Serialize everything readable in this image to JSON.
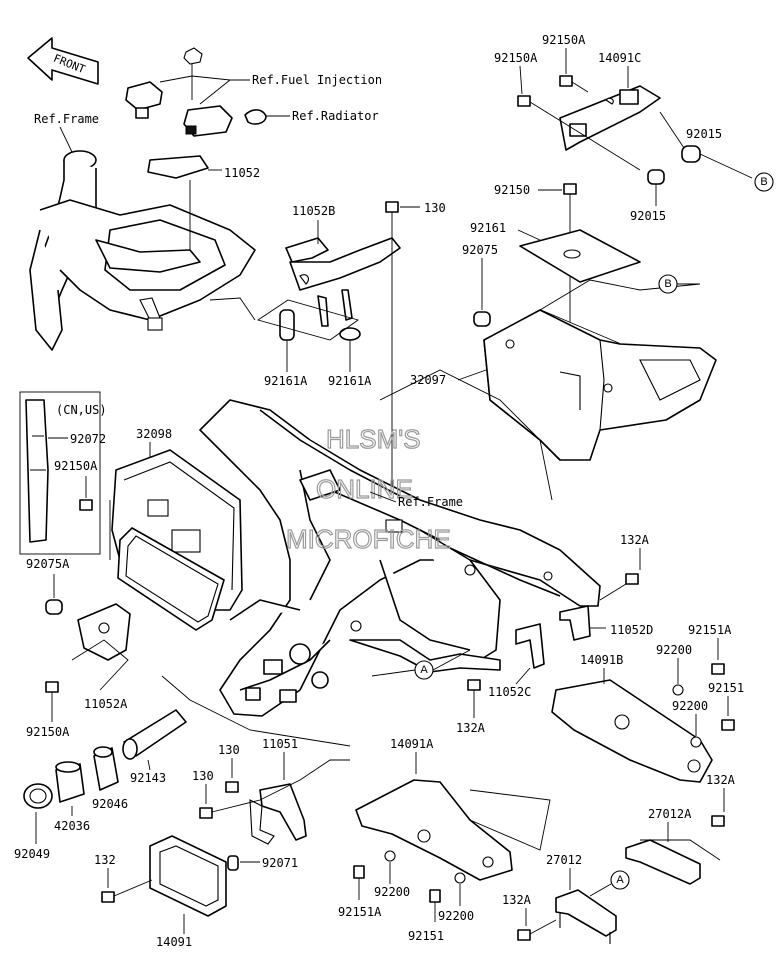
{
  "front_arrow": {
    "label": "FRONT"
  },
  "references": {
    "ref_fuel_injection": "Ref.Fuel Injection",
    "ref_radiator": "Ref.Radiator",
    "ref_frame_top": "Ref.Frame",
    "ref_frame_center": "Ref.Frame"
  },
  "watermark": {
    "line1": "HLSM'S",
    "line2": "ONLINE",
    "line3": "MICROFICHE"
  },
  "region_note": "(CN,US)",
  "callouts": {
    "a1": "A",
    "a2": "A",
    "b1": "B",
    "b2": "B"
  },
  "part_numbers": {
    "p11052": "11052",
    "p11052b": "11052B",
    "p130_top": "130",
    "p92161a_l": "92161A",
    "p92161a_r": "92161A",
    "p92150a_top1": "92150A",
    "p92150a_top2": "92150A",
    "p14091c": "14091C",
    "p92015_1": "92015",
    "p92015_2": "92015",
    "p92150": "92150",
    "p92161": "92161",
    "p92075": "92075",
    "p32097": "32097",
    "p92072": "92072",
    "p32098": "32098",
    "p92150a_left": "92150A",
    "p92075a": "92075A",
    "p11052a": "11052A",
    "p92150a_bottom": "92150A",
    "p132a_r1": "132A",
    "p11052d": "11052D",
    "p92151a_r": "92151A",
    "p92200_r1": "92200",
    "p14091b": "14091B",
    "p92151": "92151",
    "p92200_r2": "92200",
    "p11052c": "11052C",
    "p132a_mid": "132A",
    "p14091a": "14091A",
    "p130_m1": "130",
    "p11051": "11051",
    "p130_m2": "130",
    "p92143": "92143",
    "p92046": "92046",
    "p42036": "42036",
    "p92049": "92049",
    "p132a_r2": "132A",
    "p27012a": "27012A",
    "p92071": "92071",
    "p132": "132",
    "p14091": "14091",
    "p92151a_b": "92151A",
    "p92200_b1": "92200",
    "p92200_b2": "92200",
    "p92151_b": "92151",
    "p27012": "27012",
    "p132a_b": "132A"
  }
}
